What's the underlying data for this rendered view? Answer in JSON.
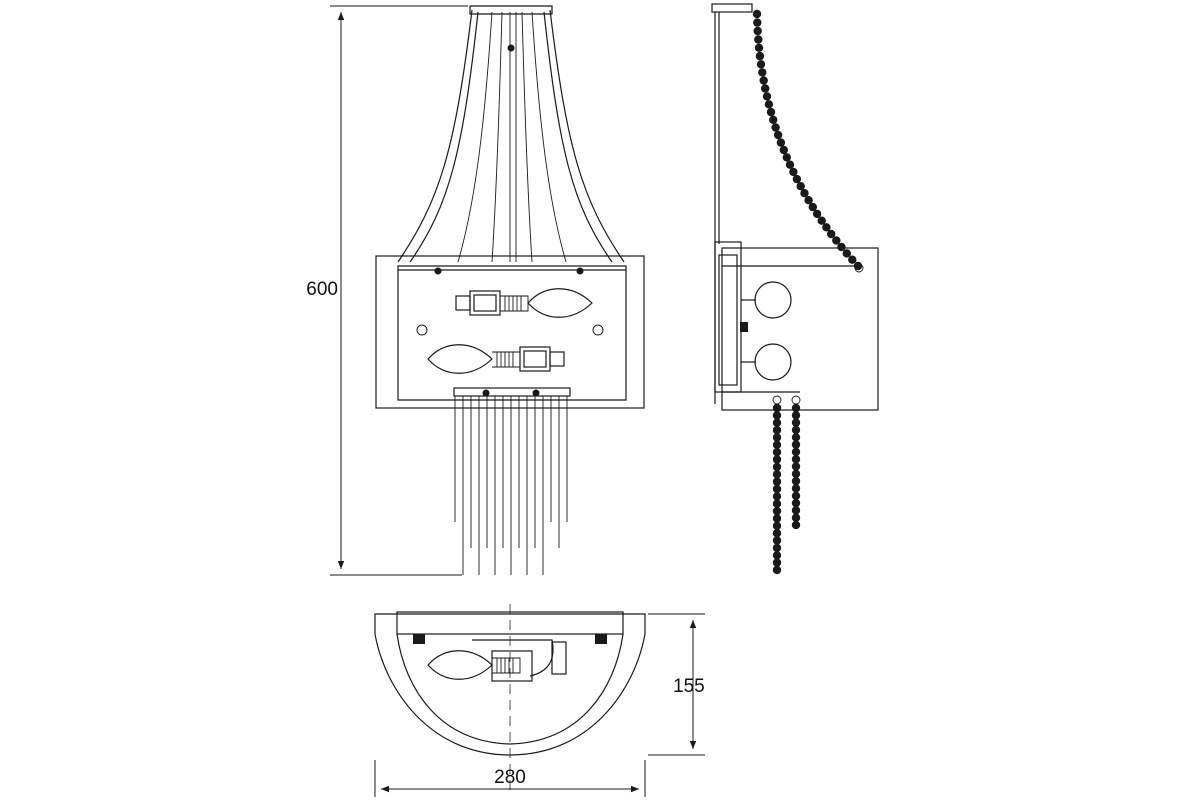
{
  "dimensions": {
    "height": "600",
    "depth": "155",
    "width": "280"
  },
  "colors": {
    "line": "#1a1a1a",
    "background": "#ffffff"
  }
}
